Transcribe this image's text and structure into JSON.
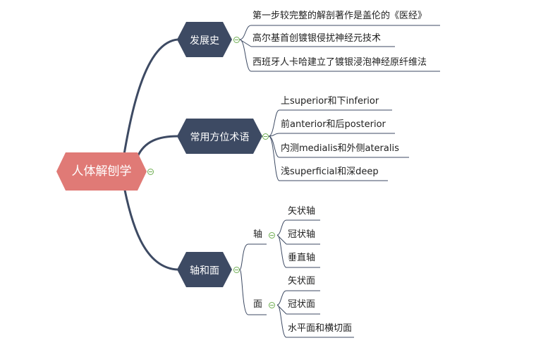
{
  "root": {
    "label": "人体解刨学"
  },
  "branches": [
    {
      "label": "发展史",
      "children": [
        "第一步较完整的解剖著作是盖伦的《医经》",
        "高尔基首创镀银侵扰神经元技术",
        "西班牙人卡哈建立了镀银浸泡神经原纤维法"
      ]
    },
    {
      "label": "常用方位术语",
      "children": [
        "上superior和下inferior",
        "前anterior和后posterior",
        "内测medialis和外侧ateralis",
        "浅superficial和深deep"
      ]
    },
    {
      "label": "轴和面",
      "groups": [
        {
          "label": "轴",
          "children": [
            "矢状轴",
            "冠状轴",
            "垂直轴"
          ]
        },
        {
          "label": "面",
          "children": [
            "矢状面",
            "冠状面",
            "水平面和横切面"
          ]
        }
      ]
    }
  ],
  "colors": {
    "root_fill": "#e07a76",
    "branch_fill": "#3d4a63",
    "connector": "#3d4a63",
    "collapse": "#6fae52"
  }
}
